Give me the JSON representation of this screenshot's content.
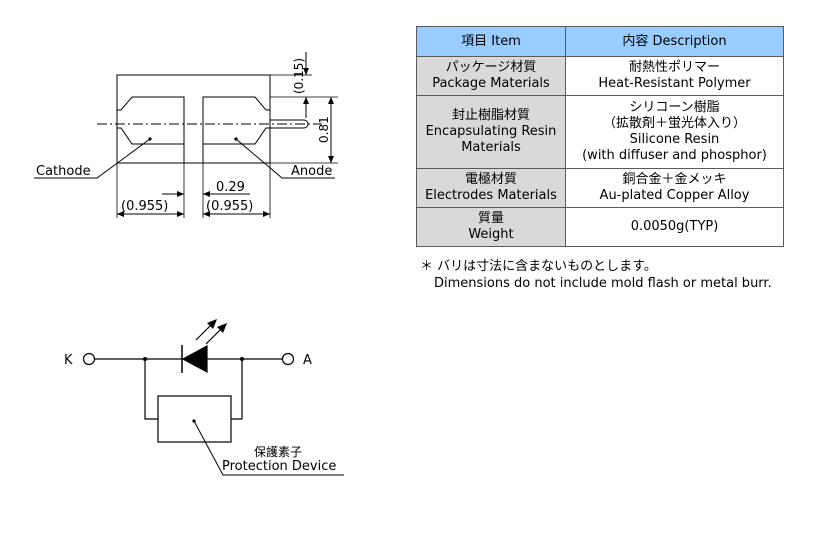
{
  "package_drawing": {
    "cathode_label": "Cathode",
    "anode_label": "Anode",
    "dim_top_right": "(0.15)",
    "dim_right": "0.81",
    "dim_gap": "0.29",
    "dim_left_pad": "(0.955)",
    "dim_right_pad": "(0.955)"
  },
  "spec_table": {
    "header_item": "項目 Item",
    "header_desc": "内容 Description",
    "rows": [
      {
        "item_lines": [
          "パッケージ材質",
          "Package Materials"
        ],
        "desc_lines": [
          "耐熱性ポリマー",
          "Heat-Resistant Polymer"
        ]
      },
      {
        "item_lines": [
          "封止樹脂材質",
          "Encapsulating Resin",
          "Materials"
        ],
        "desc_lines": [
          "シリコーン樹脂",
          "（拡散剤＋蛍光体入り）",
          "Silicone Resin",
          "(with diffuser and phosphor)"
        ]
      },
      {
        "item_lines": [
          "電極材質",
          "Electrodes Materials"
        ],
        "desc_lines": [
          "銅合金＋金メッキ",
          "Au-plated Copper Alloy"
        ]
      },
      {
        "item_lines": [
          "質量",
          "Weight"
        ],
        "desc_lines": [
          "0.0050g(TYP)"
        ]
      }
    ]
  },
  "note": {
    "jp": "＊ バリは寸法に含まないものとします。",
    "en": "Dimensions do not include mold flash or metal burr."
  },
  "circuit": {
    "k_label": "K",
    "a_label": "A",
    "protection_jp": "保護素子",
    "protection_en": "Protection Device"
  }
}
